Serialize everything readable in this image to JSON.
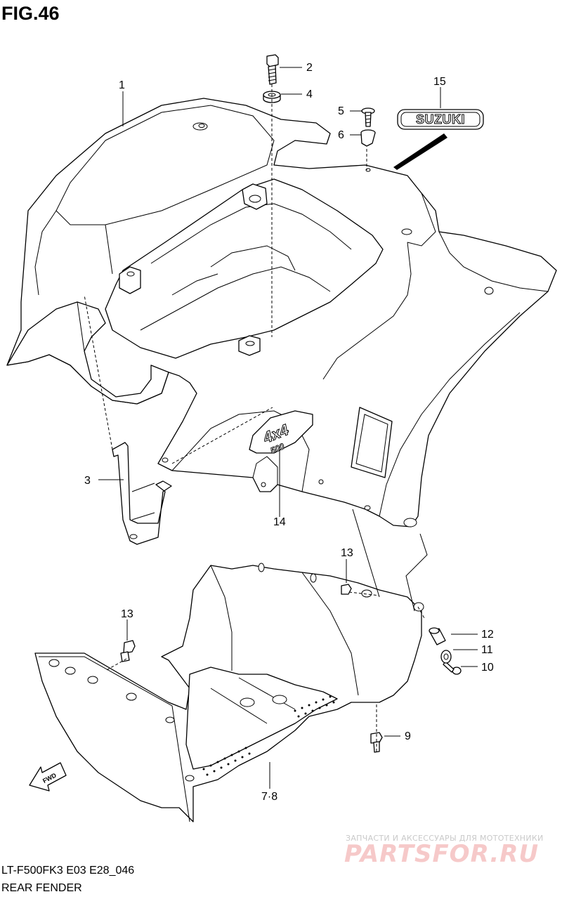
{
  "figure": {
    "title": "FIG.46",
    "code": "LT-F500FK3 E03 E28_046",
    "name": "REAR FENDER"
  },
  "callouts": {
    "c1": "1",
    "c2": "2",
    "c3": "3",
    "c4": "4",
    "c5": "5",
    "c6": "6",
    "c7_8": "7·8",
    "c9": "9",
    "c10": "10",
    "c11": "11",
    "c12": "12",
    "c13a": "13",
    "c13b": "13",
    "c14": "14",
    "c15": "15"
  },
  "decals": {
    "brand": "SUZUKI",
    "model_top": "4x4",
    "model_bottom": "500"
  },
  "fwd_arrow": "FWD",
  "watermark": {
    "tagline": "ЗАПЧАСТИ И АКСЕССУАРЫ ДЛЯ МОТОТЕХНИКИ",
    "logo": "PARTSFOR.RU"
  },
  "colors": {
    "line": "#000000",
    "background": "#ffffff",
    "watermark_logo": "#f6c9c9",
    "watermark_text": "#c9c9c9"
  }
}
